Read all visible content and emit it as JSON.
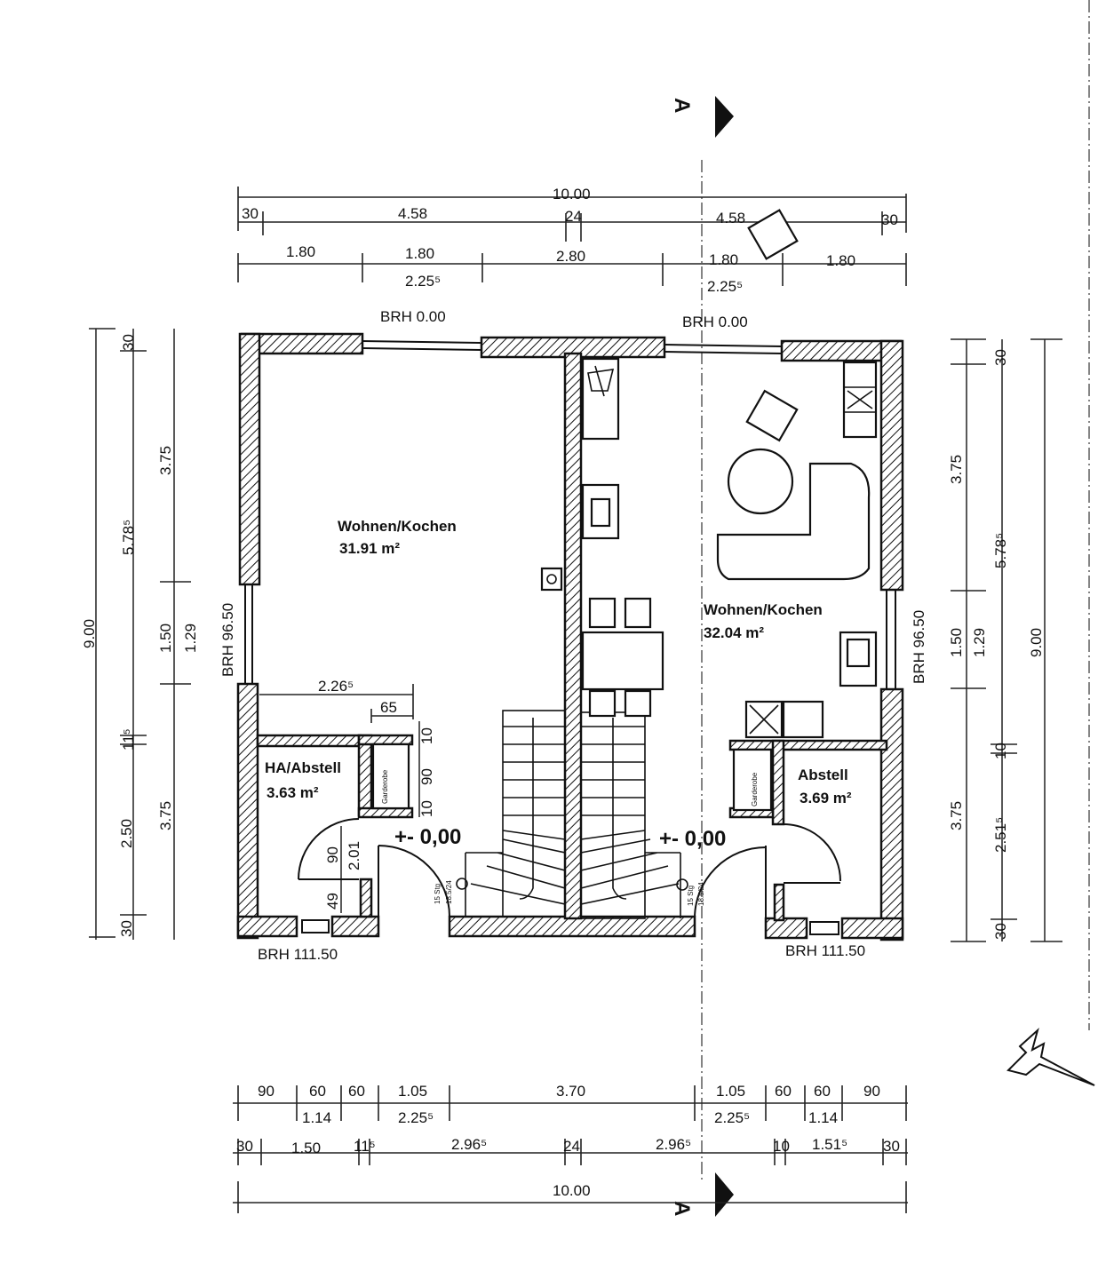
{
  "section_marker": "A",
  "top_dims": {
    "overall": "10.00",
    "row2": [
      "30",
      "4.58",
      "24",
      "4.58",
      "30"
    ],
    "row3": [
      "1.80",
      "1.80",
      "2.80",
      "1.80",
      "1.80"
    ],
    "row3_sub_left": "2.25⁵",
    "row3_sub_right": "2.25⁵"
  },
  "bottom_dims": {
    "row1": [
      "90",
      "60",
      "60",
      "1.05",
      "3.70",
      "1.05",
      "60",
      "60",
      "90"
    ],
    "row1_sub": [
      "1.14",
      "2.25⁵",
      "2.25⁵",
      "1.14"
    ],
    "row2": [
      "30",
      "1.50",
      "11⁵",
      "2.96⁵",
      "24",
      "2.96⁵",
      "10",
      "1.51⁵",
      "30"
    ],
    "overall": "10.00"
  },
  "left_dims": {
    "outer": "9.00",
    "mid": [
      "5.78⁵",
      "11⁵",
      "2.50",
      "30"
    ],
    "inner": [
      "30",
      "3.75",
      "1.50",
      "3.75"
    ],
    "extra": "1.29"
  },
  "right_dims": {
    "outer": "9.00",
    "mid": [
      "5.78⁵",
      "10",
      "2.51⁵",
      "30"
    ],
    "inner": [
      "30",
      "3.75",
      "1.50",
      "3.75"
    ],
    "extra": "1.29"
  },
  "window_labels": {
    "top_left": "BRH 0.00",
    "top_right": "BRH 0.00",
    "side_left": "BRH 96.50",
    "side_right": "BRH 96.50",
    "bottom_left": "BRH 111.50",
    "bottom_right": "BRH 111.50"
  },
  "rooms": [
    {
      "name": "Wohnen/Kochen",
      "area": "31.91 m²"
    },
    {
      "name": "Wohnen/Kochen",
      "area": "32.04 m²"
    },
    {
      "name": "HA/Abstell",
      "area": "3.63 m²"
    },
    {
      "name": "Abstell",
      "area": "3.69 m²"
    }
  ],
  "levels": {
    "left": "+- 0,00",
    "right": "+- 0,00"
  },
  "inner_dims": {
    "width_226": "2.26⁵",
    "d65": "65",
    "d10a": "10",
    "d90a": "90",
    "d10b": "10",
    "d90b": "90",
    "d201": "2.01",
    "d49": "49"
  },
  "stair_notes": {
    "left": [
      "15 Stg",
      "18.5/24"
    ],
    "right": [
      "15 Stg",
      "18.5/24"
    ]
  },
  "wardrobe_label": "Garderobe"
}
